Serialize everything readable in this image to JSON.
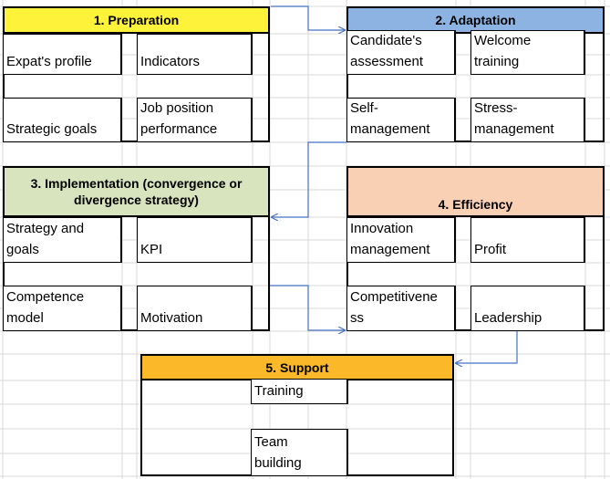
{
  "colors": {
    "preparation": "#FFF23A",
    "adaptation": "#8DB3E2",
    "implementation": "#D7E4BD",
    "efficiency": "#FAD0B4",
    "support": "#FBB829",
    "arrow": "#4472C4",
    "gridline": "#D9D9D9"
  },
  "sections": {
    "preparation": {
      "title": "1. Preparation",
      "items": [
        "Expat's profile",
        "Indicators",
        "Strategic goals",
        "Job position\nperformance"
      ]
    },
    "adaptation": {
      "title": "2. Adaptation",
      "items": [
        "Candidate's\nassessment",
        "Welcome\ntraining",
        "Self-\nmanagement",
        "Stress-\nmanagement"
      ]
    },
    "implementation": {
      "title": "3. Implementation (convergence or\ndivergence strategy)",
      "items": [
        "Strategy and\ngoals",
        "KPI",
        "Competence\nmodel",
        "Motivation"
      ]
    },
    "efficiency": {
      "title": "4. Efficiency",
      "items": [
        "Innovation\nmanagement",
        "Profit",
        "Competitivene\nss",
        "Leadership"
      ]
    },
    "support": {
      "title": "5. Support",
      "items": [
        "Training",
        "Team\nbuilding"
      ]
    }
  }
}
